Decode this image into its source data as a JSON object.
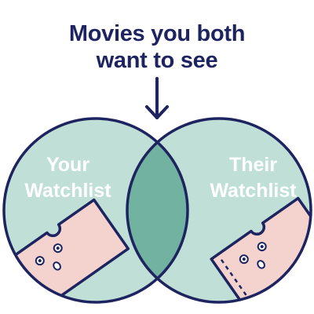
{
  "headline": {
    "line1": "Movies you both",
    "line2": "want to see"
  },
  "left_circle": {
    "line1": "Your",
    "line2": "Watchlist"
  },
  "right_circle": {
    "line1": "Their",
    "line2": "Watchlist"
  },
  "colors": {
    "navy": "#1d2460",
    "circle_fill": "#c0dfd6",
    "overlap_fill": "#72b2a0",
    "ticket_fill": "#f4d3cf",
    "background": "#ffffff"
  },
  "icons": {
    "arrow": "down-arrow-icon",
    "ticket": "ticket-face-icon"
  }
}
